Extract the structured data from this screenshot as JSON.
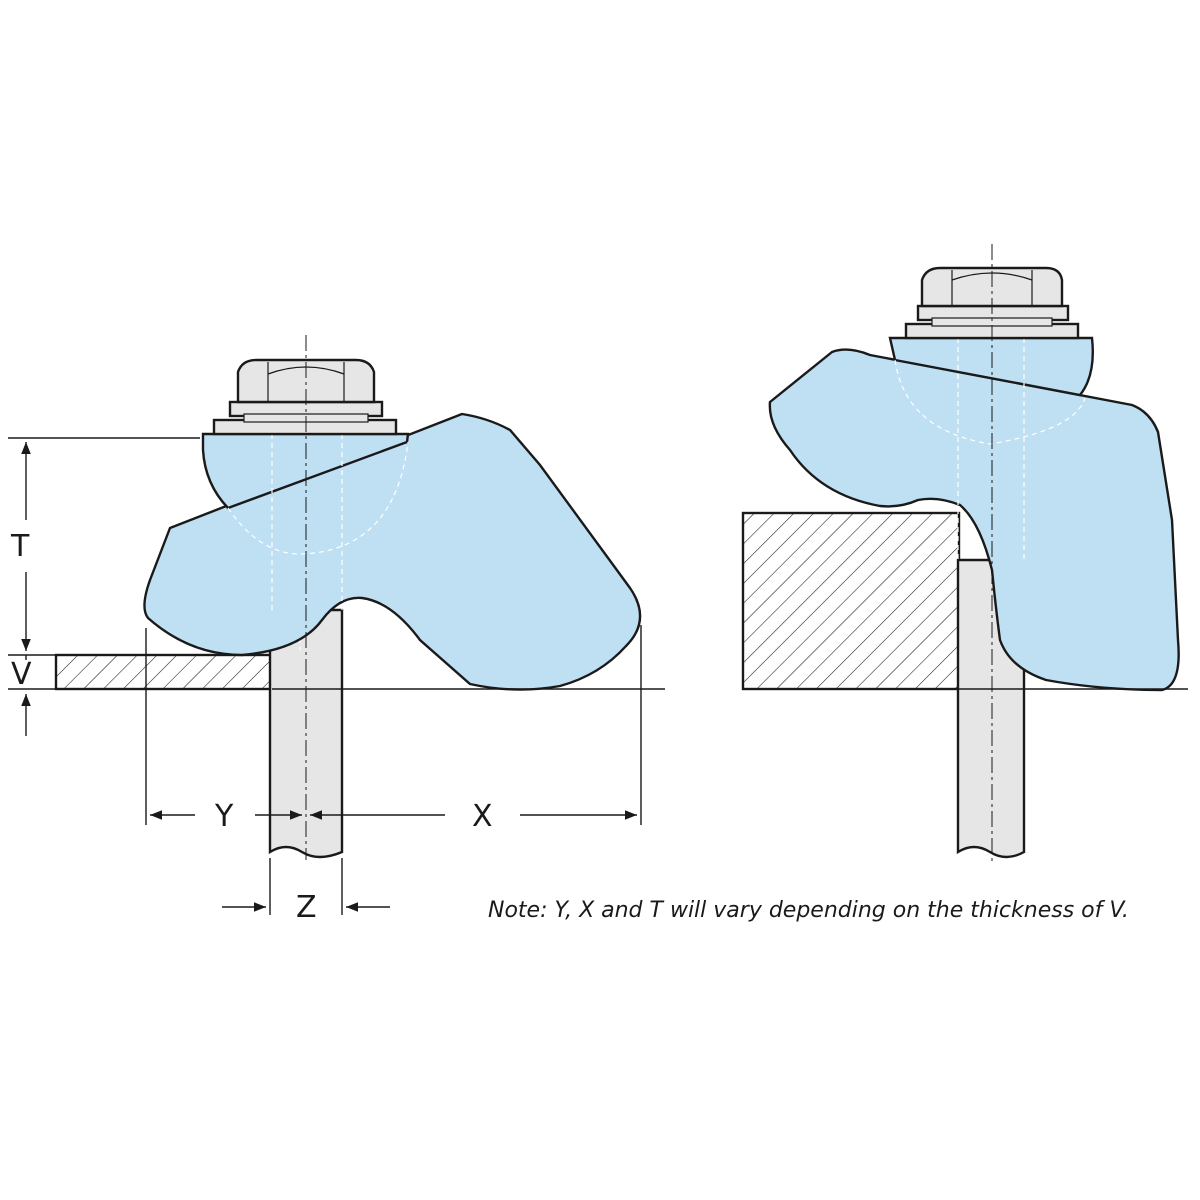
{
  "labels": {
    "t": "T",
    "v": "V",
    "y": "Y",
    "x": "X",
    "z": "Z"
  },
  "note": "Note: Y, X and T will vary depending on the thickness of V.",
  "colors": {
    "clamp_fill": "#bfdff3",
    "bolt_fill": "#e6e6e6",
    "outline": "#1a1a1a",
    "background": "#ffffff"
  }
}
